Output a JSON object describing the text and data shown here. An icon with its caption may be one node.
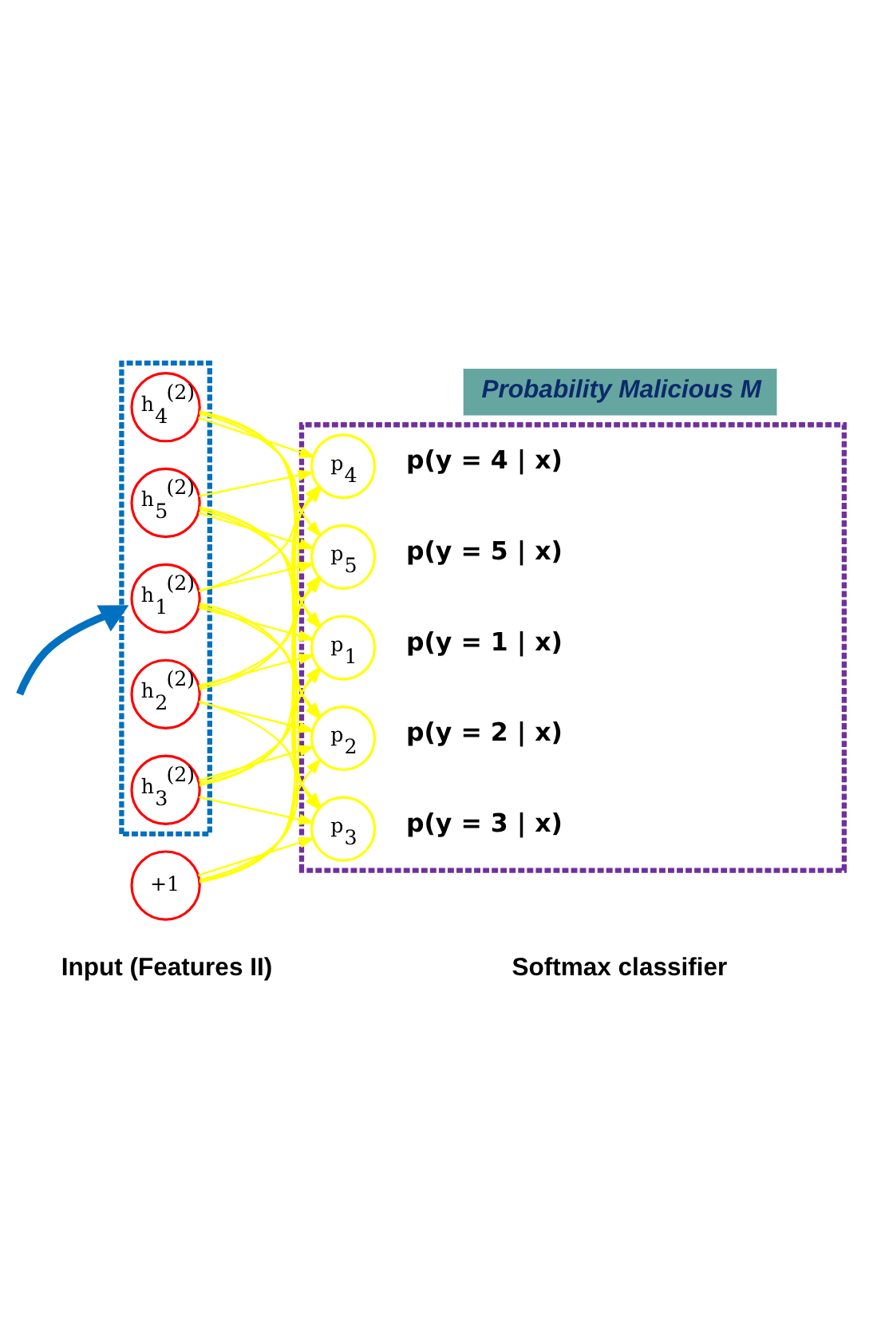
{
  "diagram": {
    "nodes": [
      {
        "text": [],
        "shape": "box"
      },
      {
        "text": [
          "h$_{1}$$^{(2)}$"
        ],
        "in": 0
      },
      {
        "text": [
          "h$_{2}$$^{(2)}$"
        ],
        "in": 0
      },
      {
        "text": [
          "h$_{3}$$^{(2)}$"
        ],
        "in": 0
      },
      {
        "text": [
          "h$_{4}$$^{(2)}$"
        ],
        "in": 0
      },
      {
        "text": [
          "h$_{5}$$^{(2)}$"
        ],
        "in": 0
      },
      {
        "text": [
          "+1"
        ]
      },
      {
        "text": [],
        "shape": "box"
      },
      {
        "text": [
          "p$_{1}$"
        ],
        "in": 7,
        "beside": [
          "p(y = 1 | x)"
        ]
      },
      {
        "text": [
          "p$_{2}$"
        ],
        "in": 7,
        "beside": [
          "p(y = 2 | x)"
        ]
      },
      {
        "text": [
          "p$_{3}$"
        ],
        "in": 7,
        "beside": [
          "p(y = 3 | x)"
        ]
      },
      {
        "text": [
          "p$_{4}$"
        ],
        "in": 7,
        "beside": [
          "p(y = 4 | x)"
        ]
      },
      {
        "text": [
          "p$_{5}$"
        ],
        "in": 7,
        "beside": [
          "p(y = 5 | x)"
        ]
      },
      {
        "text": [
          "Probability Malicious M"
        ]
      }
    ],
    "edges": [
      {
        "from": null,
        "to": 0,
        "arrow": "to",
        "style": "thick",
        "color": "#0070c0"
      },
      {
        "from": 1,
        "to": 8,
        "arrow": "to"
      },
      {
        "from": 1,
        "to": 9,
        "arrow": "to"
      },
      {
        "from": 1,
        "to": 10,
        "arrow": "to"
      },
      {
        "from": 1,
        "to": 11,
        "arrow": "to"
      },
      {
        "from": 1,
        "to": 12,
        "arrow": "to"
      },
      {
        "from": 2,
        "to": 8,
        "arrow": "to"
      },
      {
        "from": 2,
        "to": 9,
        "arrow": "to"
      },
      {
        "from": 2,
        "to": 10,
        "arrow": "to"
      },
      {
        "from": 2,
        "to": 11,
        "arrow": "to"
      },
      {
        "from": 2,
        "to": 12,
        "arrow": "to"
      },
      {
        "from": 3,
        "to": 8,
        "arrow": "to"
      },
      {
        "from": 3,
        "to": 9,
        "arrow": "to"
      },
      {
        "from": 3,
        "to": 10,
        "arrow": "to"
      },
      {
        "from": 3,
        "to": 11,
        "arrow": "to"
      },
      {
        "from": 3,
        "to": 12,
        "arrow": "to"
      },
      {
        "from": 4,
        "to": 8,
        "arrow": "to"
      },
      {
        "from": 4,
        "to": 9,
        "arrow": "to"
      },
      {
        "from": 4,
        "to": 10,
        "arrow": "to"
      },
      {
        "from": 4,
        "to": 11,
        "arrow": "to"
      },
      {
        "from": 4,
        "to": 12,
        "arrow": "to"
      },
      {
        "from": 5,
        "to": 8,
        "arrow": "to"
      },
      {
        "from": 5,
        "to": 9,
        "arrow": "to"
      },
      {
        "from": 5,
        "to": 10,
        "arrow": "to"
      },
      {
        "from": 5,
        "to": 11,
        "arrow": "to"
      },
      {
        "from": 5,
        "to": 12,
        "arrow": "to"
      },
      {
        "from": 6,
        "to": 8,
        "arrow": "to"
      },
      {
        "from": 6,
        "to": 9,
        "arrow": "to"
      },
      {
        "from": 6,
        "to": 10,
        "arrow": "to"
      },
      {
        "from": 6,
        "to": 11,
        "arrow": "to"
      },
      {
        "from": 6,
        "to": 12,
        "arrow": "to"
      }
    ],
    "labels": [
      "Input (Features II)",
      "Softmax classifier"
    ]
  }
}
